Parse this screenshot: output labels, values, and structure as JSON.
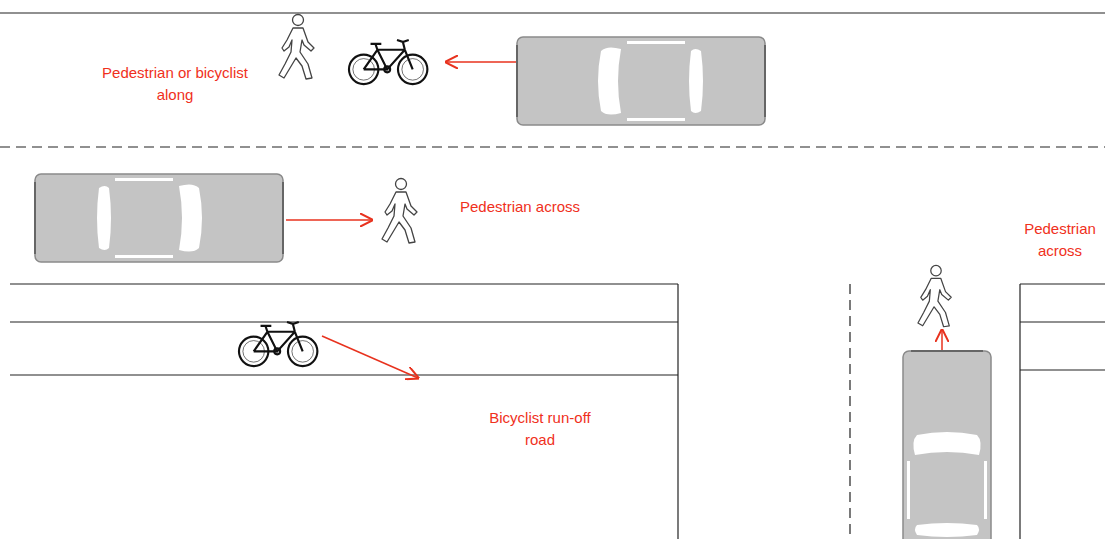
{
  "diagram": {
    "labels": [
      "Pedestrian or bicyclist along",
      "Pedestrian across",
      "Bicyclist run-off road",
      "Pedestrian across"
    ]
  }
}
